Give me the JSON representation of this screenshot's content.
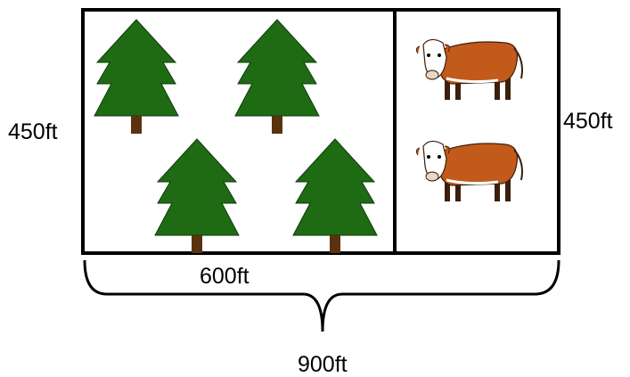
{
  "labels": {
    "left_height": "450ft",
    "right_height": "450ft",
    "forest_width": "600ft",
    "total_width": "900ft"
  },
  "regions": {
    "forest": {
      "tree_count": 4
    },
    "pasture": {
      "cow_count": 2
    }
  },
  "colors": {
    "outline": "#000000",
    "tree_green": "#1e6b14",
    "trunk_brown": "#5a3210",
    "cow_brown": "#c25a1c",
    "cow_white": "#ffffff"
  }
}
